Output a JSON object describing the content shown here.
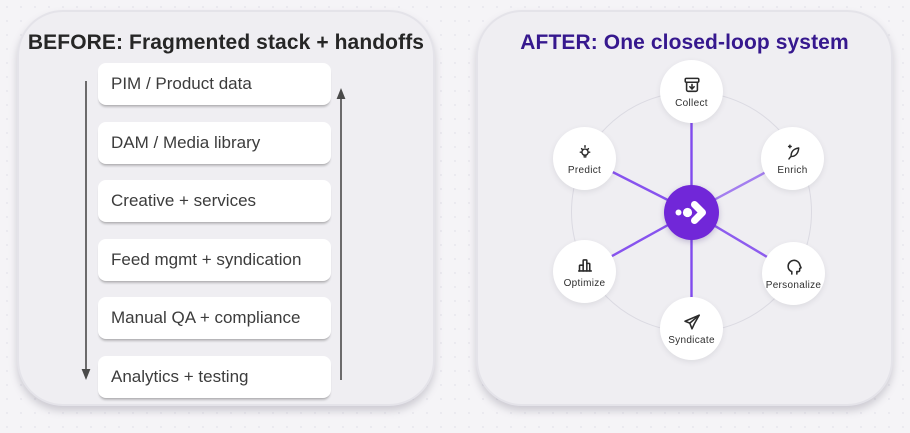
{
  "before": {
    "title": "BEFORE: Fragmented stack + handoffs",
    "items": [
      "PIM / Product data",
      "DAM / Media library",
      "Creative + services",
      "Feed mgmt + syndication",
      "Manual QA + compliance",
      "Analytics + testing"
    ],
    "arrows": [
      "down-arrow",
      "up-arrow"
    ]
  },
  "after": {
    "title": "AFTER: One closed-loop system",
    "hub_icon": "productsup-logo-icon",
    "nodes": [
      {
        "label": "Collect",
        "icon": "archive-download-icon"
      },
      {
        "label": "Enrich",
        "icon": "leaf-sparkle-icon"
      },
      {
        "label": "Personalize",
        "icon": "head-profile-icon"
      },
      {
        "label": "Syndicate",
        "icon": "paper-plane-icon"
      },
      {
        "label": "Optimize",
        "icon": "bar-chart-icon"
      },
      {
        "label": "Predict",
        "icon": "lightbulb-idea-icon"
      }
    ]
  },
  "colors": {
    "page_background": "#f5f4f7",
    "panel_background": "#efeef2",
    "before_title": "#262626",
    "after_title": "#36188e",
    "hub_purple": "#7127d8",
    "spoke_purple": "#7c43ee",
    "arrow_gray": "#4a4a4a"
  }
}
